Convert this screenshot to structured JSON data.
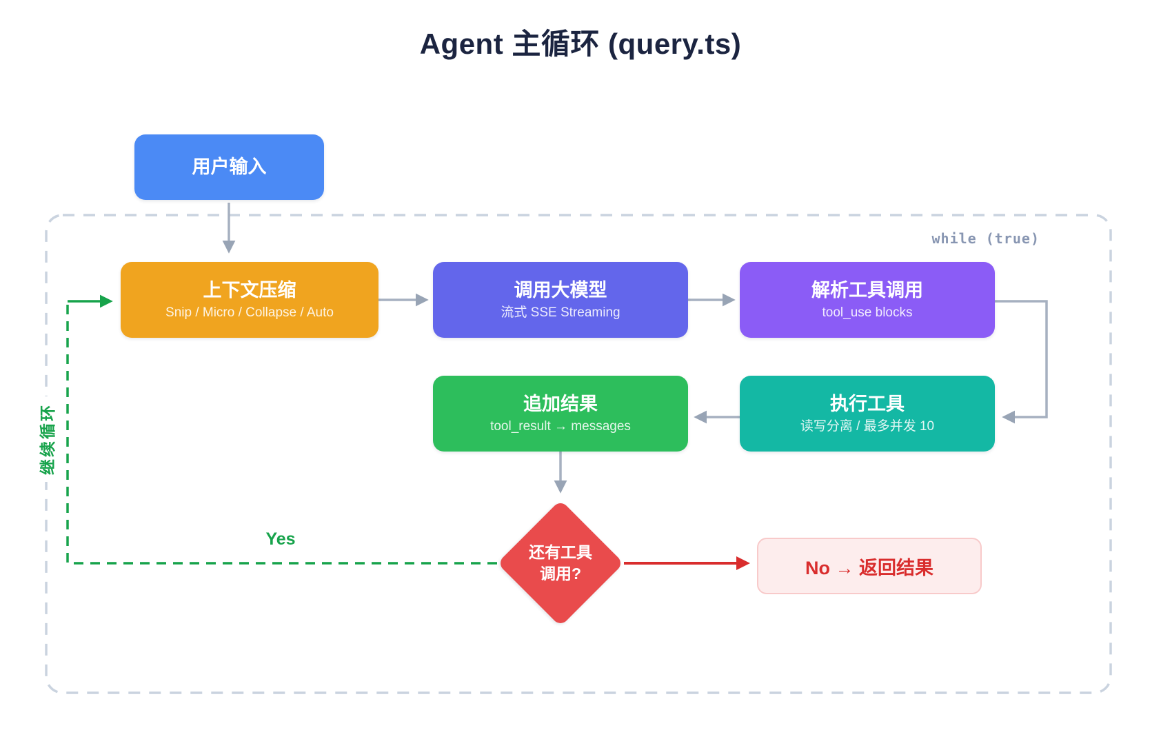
{
  "title": "Agent 主循环 (query.ts)",
  "loop_container": {
    "label": "while (true)",
    "back_edge_label": "继续循环",
    "yes_label": "Yes"
  },
  "nodes": {
    "user_input": {
      "title": "用户输入",
      "color": "#4b8af5"
    },
    "context_compress": {
      "title": "上下文压缩",
      "subtitle": "Snip / Micro / Collapse / Auto",
      "color": "#f0a41f"
    },
    "call_model": {
      "title": "调用大模型",
      "subtitle": "流式 SSE Streaming",
      "color": "#6366eb"
    },
    "parse_tools": {
      "title": "解析工具调用",
      "subtitle": "tool_use blocks",
      "color": "#8b5cf6"
    },
    "exec_tools": {
      "title": "执行工具",
      "subtitle": "读写分离 / 最多并发 10",
      "color": "#14b8a4"
    },
    "append_result": {
      "title": "追加结果",
      "subtitle": "tool_result → messages",
      "color": "#2dbe5c"
    },
    "decision": {
      "line1": "还有工具",
      "line2": "调用?",
      "color": "#e94b4c"
    },
    "return_result": {
      "title": "No → 返回结果",
      "bg_color": "#fdeded",
      "text_color": "#d92d2d"
    }
  },
  "colors": {
    "title_text": "#1b2440",
    "gray_edge": "#a6b0c0",
    "green_edge": "#17a34b",
    "red_edge": "#d92d2d",
    "container_dash": "#cad3df",
    "while_label_text": "#8896b2"
  }
}
